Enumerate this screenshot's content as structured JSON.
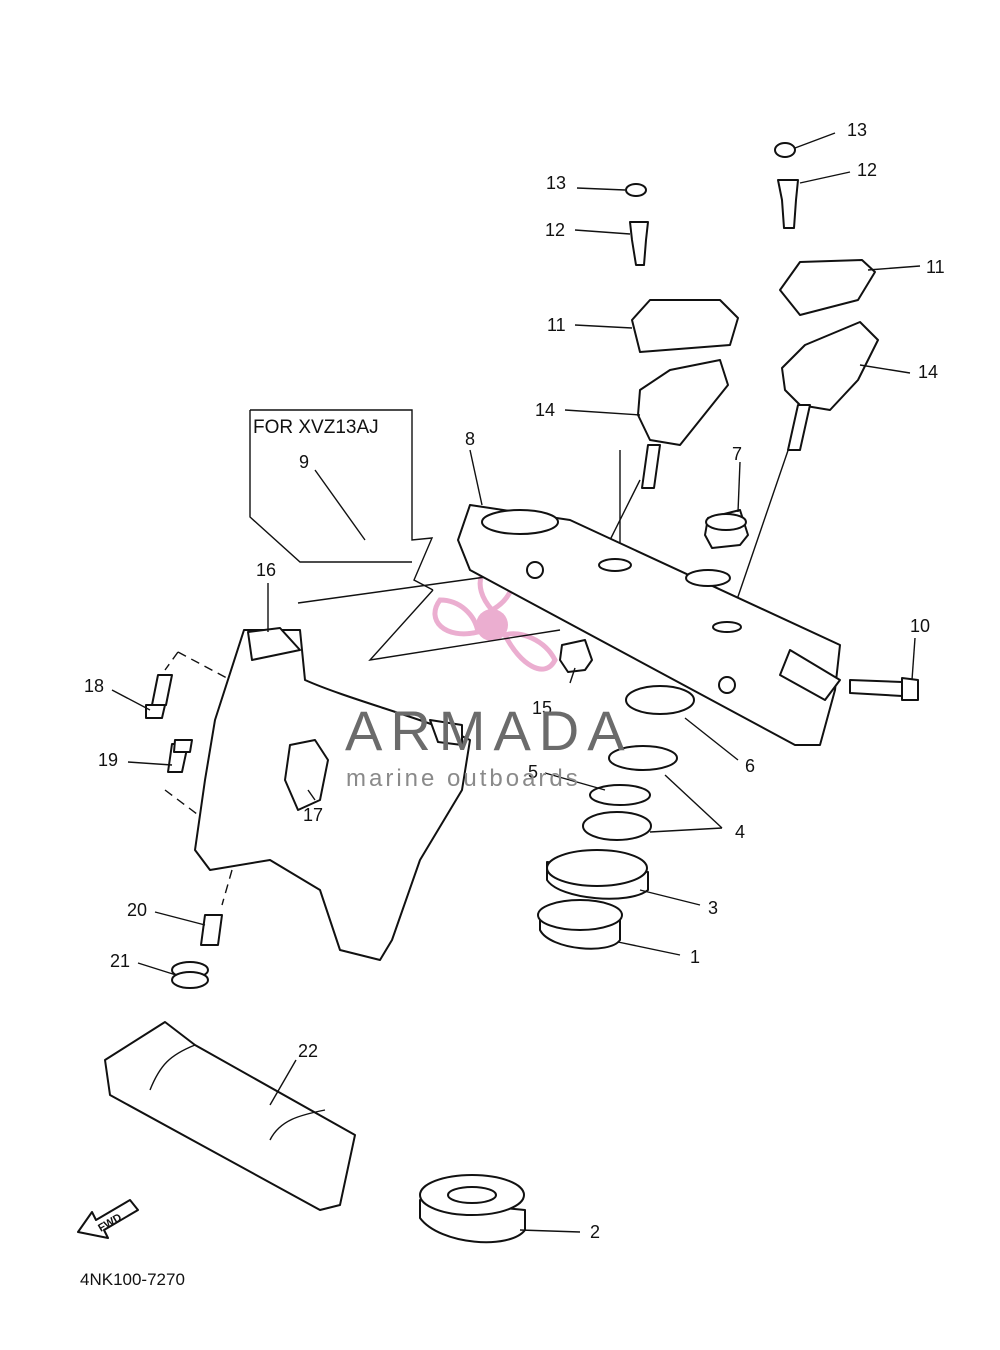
{
  "diagram": {
    "note_box_label": "FOR XVZ13AJ",
    "drawing_code": "4NK100-7270",
    "fwd_label": "FWD",
    "callouts": [
      {
        "id": "c1",
        "label": "1"
      },
      {
        "id": "c2",
        "label": "2"
      },
      {
        "id": "c3",
        "label": "3"
      },
      {
        "id": "c4",
        "label": "4"
      },
      {
        "id": "c5",
        "label": "5"
      },
      {
        "id": "c6",
        "label": "6"
      },
      {
        "id": "c7",
        "label": "7"
      },
      {
        "id": "c8",
        "label": "8"
      },
      {
        "id": "c9",
        "label": "9"
      },
      {
        "id": "c10",
        "label": "10"
      },
      {
        "id": "c11a",
        "label": "11"
      },
      {
        "id": "c11b",
        "label": "11"
      },
      {
        "id": "c12a",
        "label": "12"
      },
      {
        "id": "c12b",
        "label": "12"
      },
      {
        "id": "c13a",
        "label": "13"
      },
      {
        "id": "c13b",
        "label": "13"
      },
      {
        "id": "c14a",
        "label": "14"
      },
      {
        "id": "c14b",
        "label": "14"
      },
      {
        "id": "c15",
        "label": "15"
      },
      {
        "id": "c16",
        "label": "16"
      },
      {
        "id": "c17",
        "label": "17"
      },
      {
        "id": "c18",
        "label": "18"
      },
      {
        "id": "c19",
        "label": "19"
      },
      {
        "id": "c20",
        "label": "20"
      },
      {
        "id": "c21",
        "label": "21"
      },
      {
        "id": "c22",
        "label": "22"
      }
    ]
  },
  "watermark": {
    "title": "ARMADA",
    "subtitle": "marine outboards",
    "logo_color": "#e8a0c8",
    "text_color": "#6b6b6b"
  }
}
